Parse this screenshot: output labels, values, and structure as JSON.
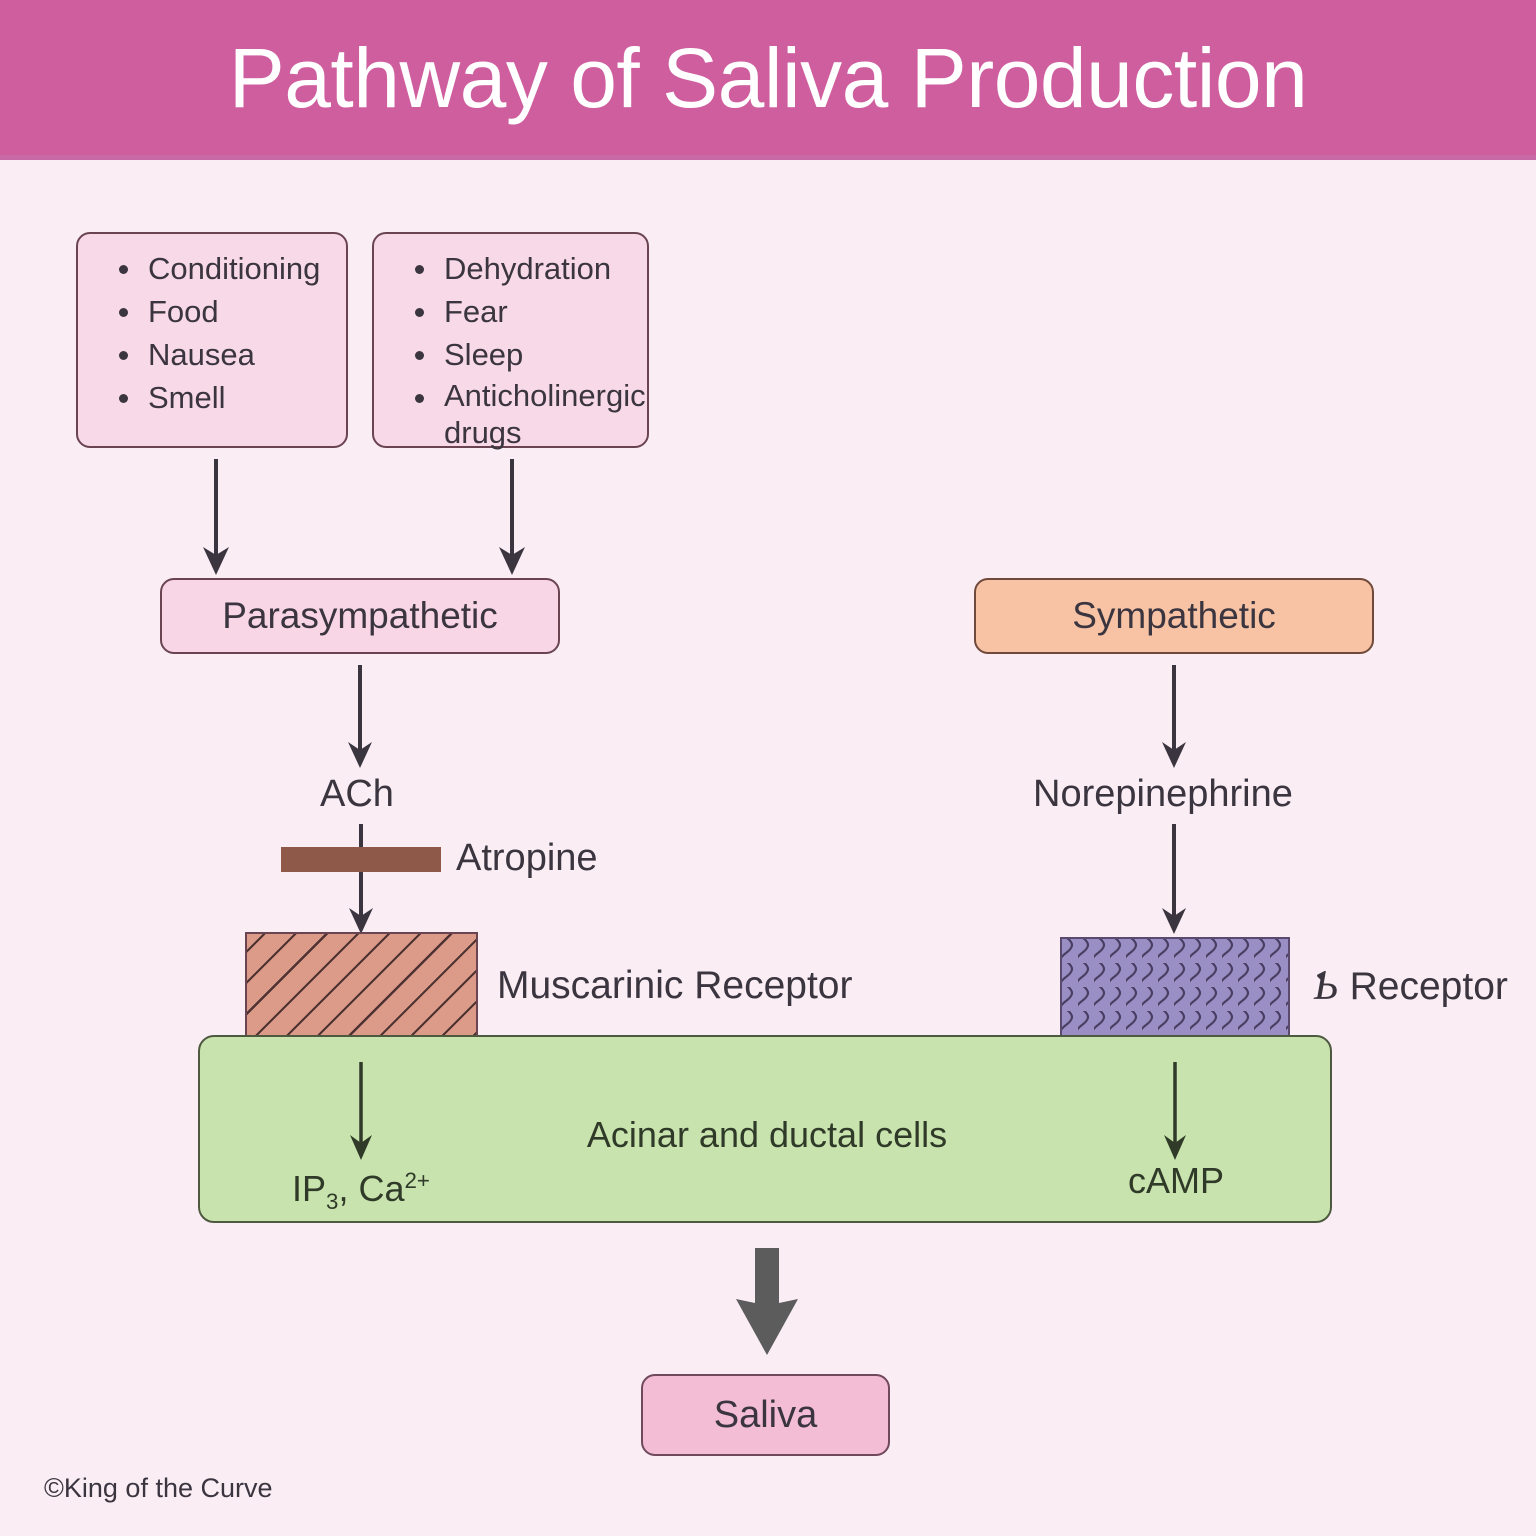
{
  "header": {
    "title": "Pathway of Saliva Production",
    "band_color": "#cf5e9e",
    "title_color": "#ffffff"
  },
  "page": {
    "background_color": "#faeef4",
    "copyright": "©King of the Curve"
  },
  "triggers": {
    "box_left": {
      "items": [
        "Conditioning",
        "Food",
        "Nausea",
        "Smell"
      ],
      "fill_color": "#f8d9e7"
    },
    "box_right": {
      "items": [
        "Dehydration",
        "Fear",
        "Sleep",
        "Anticholinergic drugs"
      ],
      "fill_color": "#f8d9e7"
    }
  },
  "branches": {
    "parasympathetic": {
      "label": "Parasympathetic",
      "fill_color": "#f9d6e6",
      "neurotransmitter": "ACh",
      "blocker": "Atropine",
      "blocker_color": "#8f5949",
      "receptor_label": "Receptor",
      "receptor_name": "Muscarinic Receptor",
      "receptor_fill_color": "#dc9b89",
      "second_messenger": "IP3, Ca2+"
    },
    "sympathetic": {
      "label": "Sympathetic",
      "fill_color": "#f7c3a4",
      "neurotransmitter": "Norepinephrine",
      "receptor_prefix": "Ƅ",
      "receptor_label": "Receptor",
      "receptor_name": "Ƅ Receptor",
      "receptor_fill_color": "#9a8fc4",
      "second_messenger": "cAMP"
    }
  },
  "cells": {
    "label": "Acinar and ductal cells",
    "fill_color": "#c9e3ae",
    "left_messenger": {
      "base1": "IP",
      "sub1": "3",
      "mid": ", Ca",
      "sup1": "2+"
    },
    "right_messenger": "cAMP"
  },
  "output": {
    "label": "Saliva",
    "fill_color": "#f3bdd6"
  }
}
